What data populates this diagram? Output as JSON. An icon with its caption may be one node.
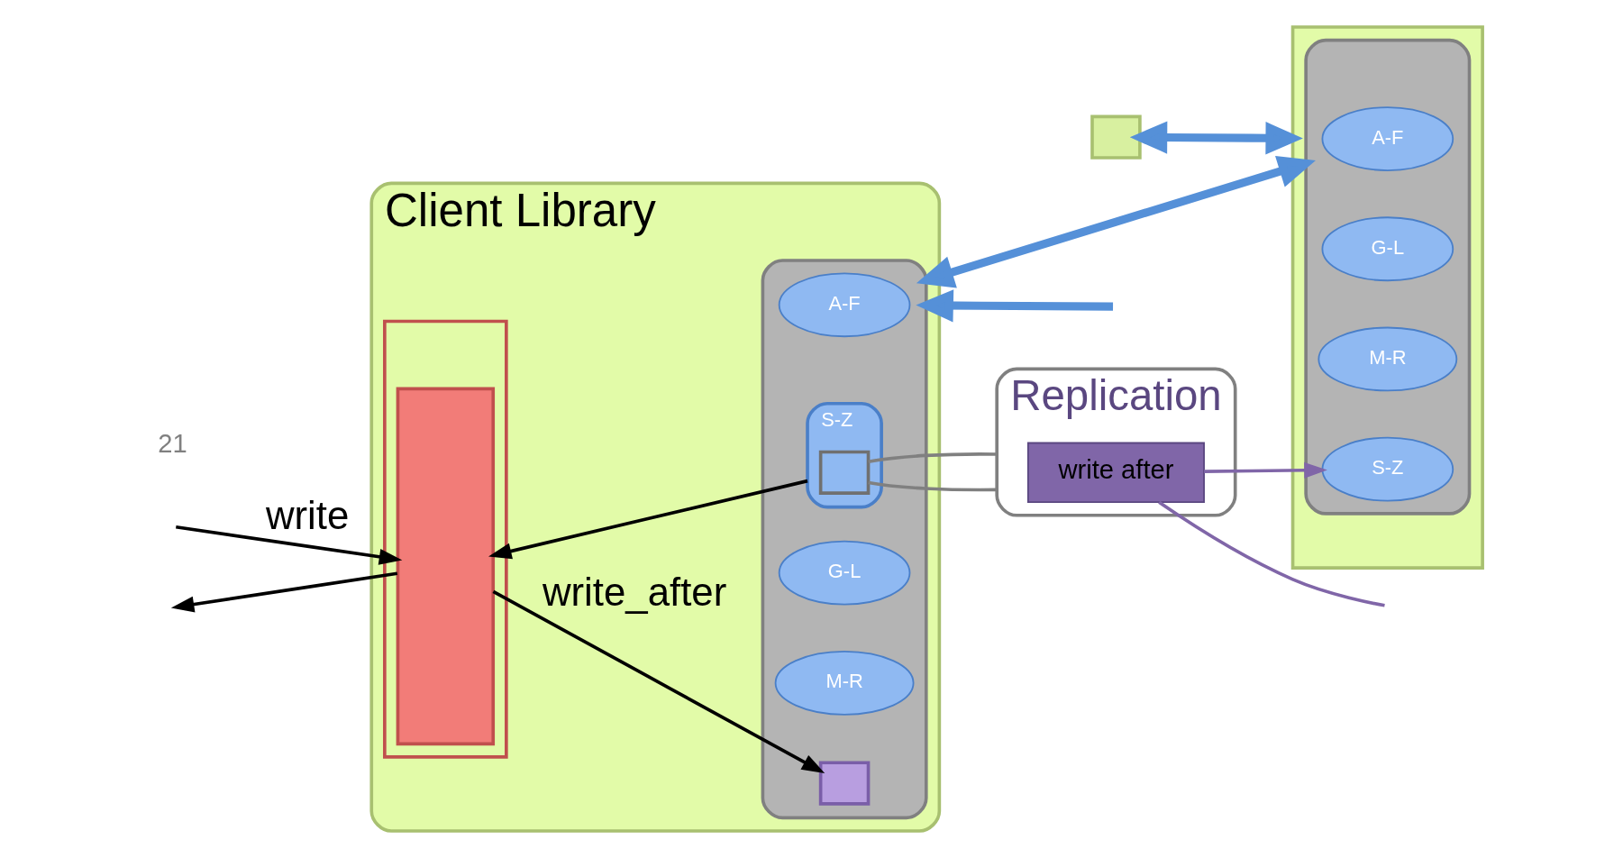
{
  "diagram": {
    "nodes": [
      {
        "text": [
          "Client Library"
        ]
      },
      {
        "text": [],
        "shape": "box",
        "in": 0
      },
      {
        "text": [],
        "shape": "bar",
        "in": 1
      },
      {
        "text": [],
        "shape": "box",
        "in": 0
      },
      {
        "text": [
          "A-F"
        ],
        "in": 3
      },
      {
        "text": [
          "G-L"
        ],
        "in": 3
      },
      {
        "text": [
          "M-R"
        ],
        "in": 3
      },
      {
        "text": [
          "S-Z"
        ],
        "in": 3
      },
      {
        "text": [],
        "shape": "box",
        "in": 3
      },
      {
        "text": [],
        "shape": "box",
        "in": 7
      },
      {
        "text": [
          "Replication"
        ]
      },
      {
        "text": [
          "write after"
        ],
        "in": 10
      },
      {
        "text": [],
        "shape": "box"
      },
      {
        "text": [],
        "shape": "box"
      },
      {
        "text": [],
        "shape": "box",
        "in": 13
      },
      {
        "text": [
          "A-F"
        ],
        "in": 14
      },
      {
        "text": [
          "G-L"
        ],
        "in": 14
      },
      {
        "text": [
          "M-R"
        ],
        "in": 14
      },
      {
        "text": [
          "S-Z"
        ],
        "in": 14
      }
    ],
    "edges": [
      {
        "from": null,
        "to": 2,
        "arrow": "to",
        "label": "write"
      },
      {
        "from": 2,
        "to": null,
        "arrow": "to"
      },
      {
        "from": 2,
        "to": 8,
        "arrow": "to",
        "label": "write_after"
      },
      {
        "from": 7,
        "to": 2,
        "arrow": "to"
      },
      {
        "from": null,
        "to": 3,
        "arrow": "to",
        "style": "thick",
        "color": "#5590d8"
      },
      {
        "from": 3,
        "to": 14,
        "arrow": "both",
        "style": "thick",
        "color": "#5590d8"
      },
      {
        "from": 12,
        "to": 13,
        "arrow": "both",
        "style": "thick",
        "color": "#5590d8"
      },
      {
        "from": 9,
        "to": 10,
        "arrow": "none",
        "color": "#808080"
      },
      {
        "from": 9,
        "to": 10,
        "arrow": "none",
        "color": "#808080"
      },
      {
        "from": 11,
        "to": 18,
        "arrow": "to",
        "color": "#8066a8"
      },
      {
        "from": 11,
        "to": null,
        "arrow": "none",
        "color": "#8066a8"
      }
    ],
    "labels": [
      "21"
    ]
  }
}
